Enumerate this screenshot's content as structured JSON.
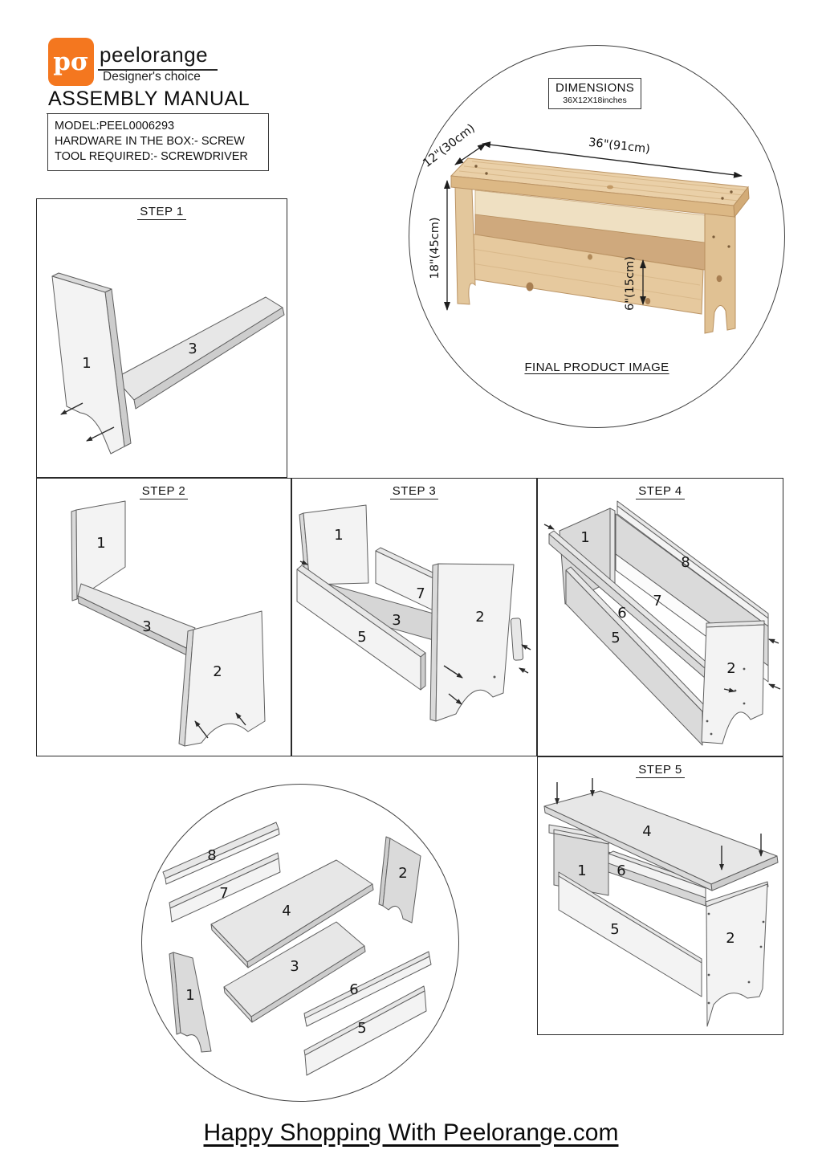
{
  "brand": {
    "logo": "pσ",
    "name": "peelorange",
    "tagline": "Designer's choice"
  },
  "page_title": "ASSEMBLY MANUAL",
  "info_box": {
    "model": "MODEL:PEEL0006293",
    "hardware": "HARDWARE IN THE BOX:- SCREW",
    "tool": "TOOL REQUIRED:- SCREWDRIVER"
  },
  "product": {
    "dimensions_label": "DIMENSIONS",
    "dimensions_value": "36X12X18inches",
    "dim_width": "36\"(91cm)",
    "dim_depth": "12\"(30cm)",
    "dim_height": "18\"(45cm)",
    "dim_storage": "6\"(15cm)",
    "caption": "FINAL PRODUCT IMAGE"
  },
  "steps": [
    {
      "label": "STEP 1",
      "parts": [
        "1",
        "3"
      ]
    },
    {
      "label": "STEP 2",
      "parts": [
        "1",
        "3",
        "2"
      ]
    },
    {
      "label": "STEP 3",
      "parts": [
        "1",
        "7",
        "3",
        "5",
        "2"
      ]
    },
    {
      "label": "STEP 4",
      "parts": [
        "1",
        "8",
        "7",
        "6",
        "5",
        "2"
      ]
    },
    {
      "label": "STEP 5",
      "parts": [
        "4",
        "1",
        "6",
        "5",
        "2"
      ]
    }
  ],
  "parts_overview": {
    "labels": [
      "8",
      "7",
      "4",
      "2",
      "1",
      "3",
      "6",
      "5"
    ]
  },
  "footer": {
    "text": "Happy Shopping With Peelorange.com"
  },
  "colors": {
    "brand_orange": "#F4771F",
    "wood_light": "#EAD0A6",
    "wood_mid": "#E0BD8C",
    "wood_dark": "#C9A070",
    "line": "#222222"
  }
}
